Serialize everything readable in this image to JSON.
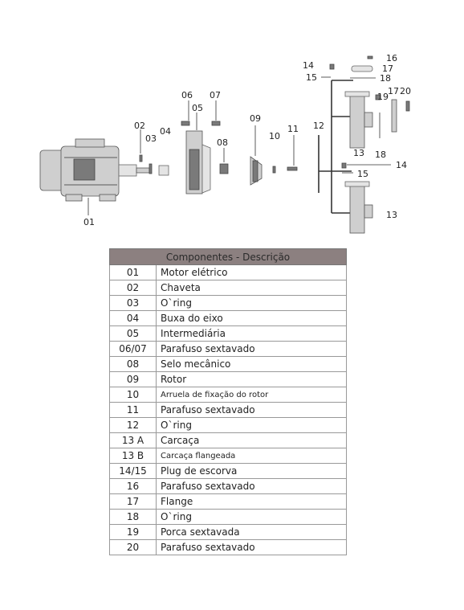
{
  "diagram": {
    "callouts": [
      "01",
      "02",
      "03",
      "04",
      "05",
      "06",
      "07",
      "08",
      "09",
      "10",
      "11",
      "12",
      "13",
      "13",
      "14",
      "14",
      "15",
      "15",
      "16",
      "17",
      "17",
      "18",
      "18",
      "19",
      "20"
    ]
  },
  "table": {
    "header": "Componentes - Descrição",
    "rows": [
      {
        "code": "01",
        "desc": "Motor elétrico"
      },
      {
        "code": "02",
        "desc": "Chaveta"
      },
      {
        "code": "03",
        "desc": "O`ring"
      },
      {
        "code": "04",
        "desc": "Buxa do eixo"
      },
      {
        "code": "05",
        "desc": "Intermediária"
      },
      {
        "code": "06/07",
        "desc": "Parafuso sextavado"
      },
      {
        "code": "08",
        "desc": "Selo mecânico"
      },
      {
        "code": "09",
        "desc": "Rotor"
      },
      {
        "code": "10",
        "desc": "Arruela de fixação do rotor"
      },
      {
        "code": "11",
        "desc": "Parafuso sextavado"
      },
      {
        "code": "12",
        "desc": "O`ring"
      },
      {
        "code": "13 A",
        "desc": "Carcaça"
      },
      {
        "code": "13 B",
        "desc": "Carcaça flangeada"
      },
      {
        "code": "14/15",
        "desc": "Plug de escorva"
      },
      {
        "code": "16",
        "desc": "Parafuso sextavado"
      },
      {
        "code": "17",
        "desc": "Flange"
      },
      {
        "code": "18",
        "desc": "O`ring"
      },
      {
        "code": "19",
        "desc": "Porca sextavada"
      },
      {
        "code": "20",
        "desc": "Parafuso sextavado"
      }
    ]
  }
}
